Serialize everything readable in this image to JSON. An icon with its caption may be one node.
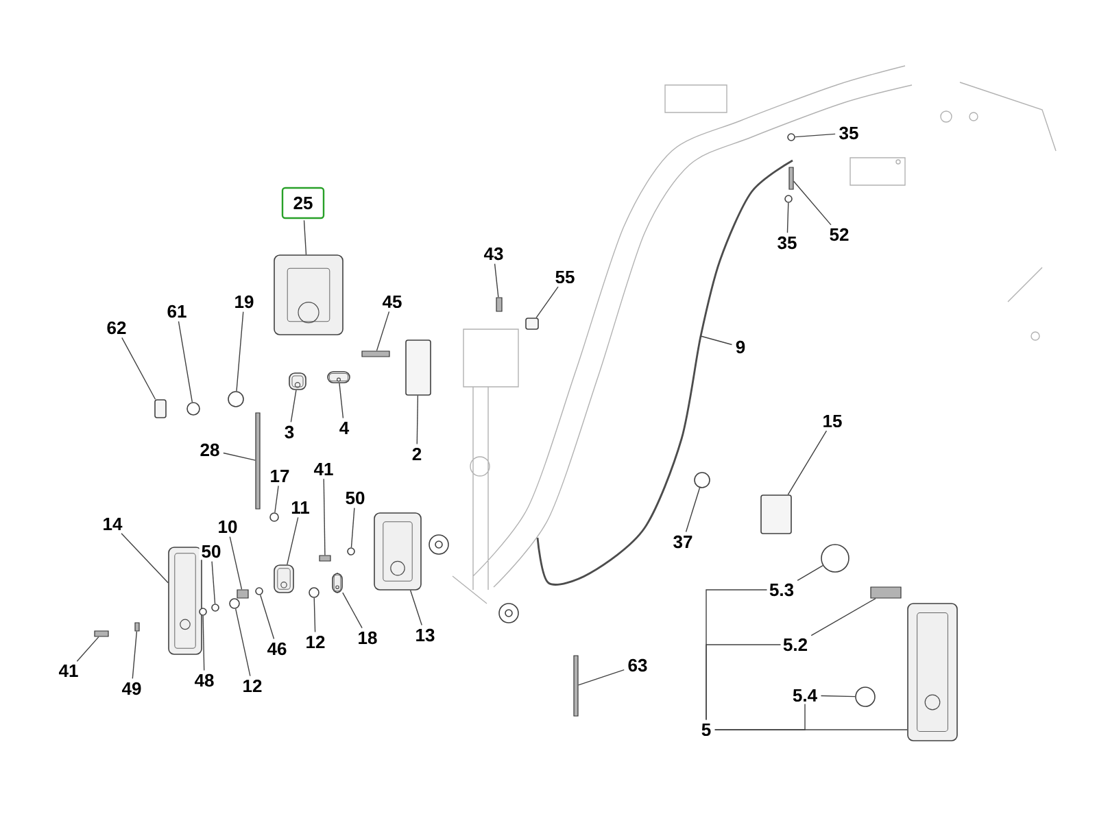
{
  "diagram": {
    "nodes": [
      {
        "text": [
          "25"
        ]
      },
      {
        "text": [],
        "shape": "picture"
      },
      {
        "text": [
          "35"
        ]
      },
      {
        "text": [],
        "shape": "circle"
      },
      {
        "text": [
          "52"
        ]
      },
      {
        "text": [],
        "shape": "bar"
      },
      {
        "text": [
          "35"
        ]
      },
      {
        "text": [],
        "shape": "circle"
      },
      {
        "text": [
          "43"
        ]
      },
      {
        "text": [],
        "shape": "bar"
      },
      {
        "text": [
          "55"
        ]
      },
      {
        "text": [],
        "shape": "box"
      },
      {
        "text": [
          "62"
        ]
      },
      {
        "text": [],
        "shape": "box"
      },
      {
        "text": [
          "61"
        ]
      },
      {
        "text": [],
        "shape": "circle"
      },
      {
        "text": [
          "19"
        ]
      },
      {
        "text": [],
        "shape": "circle"
      },
      {
        "text": [
          "45"
        ]
      },
      {
        "text": [],
        "shape": "bar"
      },
      {
        "text": [
          "9"
        ]
      },
      {
        "text": [
          "3"
        ]
      },
      {
        "text": [],
        "shape": "picture"
      },
      {
        "text": [
          "4"
        ]
      },
      {
        "text": [],
        "shape": "picture"
      },
      {
        "text": [
          "2"
        ]
      },
      {
        "text": [],
        "shape": "box"
      },
      {
        "text": [
          "15"
        ]
      },
      {
        "text": [],
        "shape": "box"
      },
      {
        "text": [
          "28"
        ]
      },
      {
        "text": [],
        "shape": "bar"
      },
      {
        "text": [
          "17"
        ]
      },
      {
        "text": [],
        "shape": "circle"
      },
      {
        "text": [
          "41"
        ]
      },
      {
        "text": [],
        "shape": "bar"
      },
      {
        "text": [
          "50"
        ]
      },
      {
        "text": [],
        "shape": "circle"
      },
      {
        "text": [
          "11"
        ]
      },
      {
        "text": [],
        "shape": "picture"
      },
      {
        "text": [
          "14"
        ]
      },
      {
        "text": [],
        "shape": "picture"
      },
      {
        "text": [
          "10"
        ]
      },
      {
        "text": [],
        "shape": "bar"
      },
      {
        "text": [
          "50"
        ]
      },
      {
        "text": [],
        "shape": "circle"
      },
      {
        "text": [
          "37"
        ]
      },
      {
        "text": [],
        "shape": "circle"
      },
      {
        "text": [
          "5.3"
        ]
      },
      {
        "text": [],
        "shape": "circle"
      },
      {
        "text": [
          "13"
        ]
      },
      {
        "text": [],
        "shape": "picture"
      },
      {
        "text": [
          "18"
        ]
      },
      {
        "text": [],
        "shape": "picture"
      },
      {
        "text": [
          "46"
        ]
      },
      {
        "text": [],
        "shape": "circle"
      },
      {
        "text": [
          "12"
        ]
      },
      {
        "text": [],
        "shape": "circle"
      },
      {
        "text": [
          "5.2"
        ]
      },
      {
        "text": [],
        "shape": "bar"
      },
      {
        "text": [
          "41"
        ]
      },
      {
        "text": [],
        "shape": "bar"
      },
      {
        "text": [
          "48"
        ]
      },
      {
        "text": [],
        "shape": "circle"
      },
      {
        "text": [
          "12"
        ]
      },
      {
        "text": [],
        "shape": "circle"
      },
      {
        "text": [
          "49"
        ]
      },
      {
        "text": [],
        "shape": "bar"
      },
      {
        "text": [
          "63"
        ]
      },
      {
        "text": [],
        "shape": "bar"
      },
      {
        "text": [
          "5.4"
        ]
      },
      {
        "text": [],
        "shape": "circle"
      },
      {
        "text": [
          "5"
        ]
      },
      {
        "text": [],
        "shape": "picture"
      }
    ],
    "edges": [
      {
        "from": 0,
        "to": 1,
        "arrow": "none"
      },
      {
        "from": 2,
        "to": 3,
        "arrow": "none"
      },
      {
        "from": 4,
        "to": 5,
        "arrow": "none"
      },
      {
        "from": 6,
        "to": 7,
        "arrow": "none"
      },
      {
        "from": 8,
        "to": 9,
        "arrow": "none"
      },
      {
        "from": 10,
        "to": 11,
        "arrow": "none"
      },
      {
        "from": 12,
        "to": 13,
        "arrow": "none"
      },
      {
        "from": 14,
        "to": 15,
        "arrow": "none"
      },
      {
        "from": 16,
        "to": 17,
        "arrow": "none"
      },
      {
        "from": 18,
        "to": 19,
        "arrow": "none"
      },
      {
        "from": 20,
        "to": null,
        "arrow": "none"
      },
      {
        "from": 21,
        "to": 22,
        "arrow": "none"
      },
      {
        "from": 23,
        "to": 24,
        "arrow": "none"
      },
      {
        "from": 25,
        "to": 26,
        "arrow": "none"
      },
      {
        "from": 27,
        "to": 28,
        "arrow": "none"
      },
      {
        "from": 29,
        "to": 30,
        "arrow": "none"
      },
      {
        "from": 31,
        "to": 32,
        "arrow": "none"
      },
      {
        "from": 33,
        "to": 34,
        "arrow": "none"
      },
      {
        "from": 35,
        "to": 36,
        "arrow": "none"
      },
      {
        "from": 37,
        "to": 38,
        "arrow": "none"
      },
      {
        "from": 39,
        "to": 40,
        "arrow": "none"
      },
      {
        "from": 41,
        "to": 42,
        "arrow": "none"
      },
      {
        "from": 43,
        "to": 44,
        "arrow": "none"
      },
      {
        "from": 45,
        "to": 46,
        "arrow": "none"
      },
      {
        "from": 47,
        "to": 48,
        "arrow": "none"
      },
      {
        "from": 49,
        "to": 50,
        "arrow": "none"
      },
      {
        "from": 51,
        "to": 52,
        "arrow": "none"
      },
      {
        "from": 53,
        "to": 54,
        "arrow": "none"
      },
      {
        "from": 55,
        "to": 56,
        "arrow": "none"
      },
      {
        "from": 57,
        "to": 58,
        "arrow": "none"
      },
      {
        "from": 59,
        "to": 60,
        "arrow": "none"
      },
      {
        "from": 61,
        "to": 62,
        "arrow": "none"
      },
      {
        "from": 63,
        "to": 64,
        "arrow": "none"
      },
      {
        "from": 65,
        "to": 66,
        "arrow": "none"
      },
      {
        "from": 67,
        "to": 68,
        "arrow": "none"
      },
      {
        "from": 69,
        "to": 70,
        "arrow": "none"
      },
      {
        "from": 71,
        "to": 72,
        "arrow": "none"
      },
      {
        "from": 71,
        "to": 47,
        "arrow": "none"
      },
      {
        "from": 71,
        "to": 57,
        "arrow": "none"
      },
      {
        "from": 71,
        "to": 69,
        "arrow": "none"
      }
    ]
  }
}
